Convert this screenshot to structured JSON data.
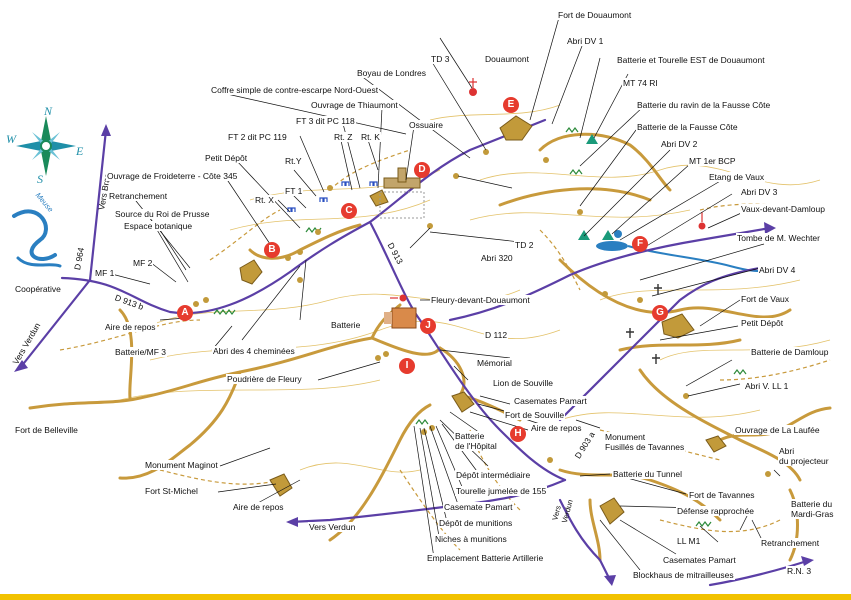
{
  "compass": {
    "n": "N",
    "s": "S",
    "e": "E",
    "w": "W"
  },
  "river": "Meuse",
  "colors": {
    "road": "#c89a3c",
    "route": "#5b3fa6",
    "water": "#2a7fc1",
    "marker": "#e63b2e",
    "contour": "#e3c26a",
    "forest_path": "#c89a3c"
  },
  "markers": [
    "A",
    "B",
    "C",
    "D",
    "E",
    "F",
    "G",
    "H",
    "I",
    "J"
  ],
  "labels": {
    "fort_douaumont": "Fort de Douaumont",
    "douaumont": "Douaumont",
    "td3": "TD 3",
    "abri_dv1": "Abri DV 1",
    "batterie_tourelle": "Batterie et Tourelle EST de Douaumont",
    "mt74": "MT 74 RI",
    "batterie_ravin": "Batterie du ravin de la Fausse Côte",
    "batterie_fausse": "Batterie de la Fausse Côte",
    "abri_dv2": "Abri DV 2",
    "mt1er": "MT 1er BCP",
    "etang_vaux": "Etang de Vaux",
    "abri_dv3": "Abri DV 3",
    "vaux_damloup": "Vaux-devant-Damloup",
    "tombe": "Tombe de M. Wechter",
    "abri_dv4": "Abri DV 4",
    "fort_vaux": "Fort de Vaux",
    "petit_depot_r": "Petit Dépôt",
    "batterie_damloup": "Batterie de Damloup",
    "abri_vll1": "Abri V. LL 1",
    "ouvrage_laufee": "Ouvrage de La Laufée",
    "abri_projecteur": "Abri\ndu projecteur",
    "batterie_mardi": "Batterie du\nMardi-Gras",
    "retranchement_r": "Retranchement",
    "rn3": "R.N. 3",
    "boyau": "Boyau de Londres",
    "coffre": "Coffre simple de contre-escarpe Nord-Ouest",
    "thiaumont": "Ouvrage de Thiaumont",
    "ft3": "FT 3 dit PC 118",
    "ft2": "FT 2 dit PC 119",
    "rtz": "Rt. Z",
    "rtk": "Rt. K",
    "ossuaire": "Ossuaire",
    "petit_depot_l": "Petit Dépôt",
    "rty": "Rt.Y",
    "froideterre": "Ouvrage de Froideterre - Côte 345",
    "ft1": "FT 1",
    "rtx": "Rt. X",
    "retranchement_l": "Retranchement",
    "source": "Source du Roi de Prusse",
    "espace": "Espace botanique",
    "mf2": "MF 2",
    "mf1": "MF 1",
    "cooperative": "Coopérative",
    "d964": "D 964",
    "vers_bras": "Vers Bras",
    "d913b": "D 913 b",
    "d913": "D 913",
    "td2": "TD 2",
    "abri320": "Abri 320",
    "fleury": "Fleury-devant-Douaumont",
    "d112": "D 112",
    "memorial": "Mémorial",
    "lion": "Lion de Souville",
    "casemates_pamart_top": "Casemates Pamart",
    "fort_souville": "Fort de Souville",
    "aire_repos_r": "Aire de repos",
    "monument_fusilles": "Monument\nFusillés de Tavannes",
    "aire_repos_l": "Aire de repos",
    "batterie_mf3": "Batterie/MF 3",
    "abri4": "Abri des 4 cheminées",
    "batterie": "Batterie",
    "poudriere": "Poudrière de Fleury",
    "fort_belleville": "Fort de Belleville",
    "vers_verdun_l": "Vers Verdun",
    "batterie_hopital": "Batterie\nde l'Hôpital",
    "depot_inter": "Dépôt intermédiaire",
    "tourelle": "Tourelle jumelée de 155",
    "casemate_pamart": "Casemate Pamart",
    "depot_munitions": "Dépôt de munitions",
    "niches": "Niches à munitions",
    "emplacement": "Emplacement Batterie Artillerie",
    "monument_maginot": "Monument Maginot",
    "fort_stmichel": "Fort St-Michel",
    "aire_repos_b": "Aire de repos",
    "vers_verdun_b": "Vers Verdun",
    "d903": "D 903 a",
    "vers_verdun_c": "Vers\nVerdun",
    "batterie_tunnel": "Batterie du Tunnel",
    "fort_tavannes": "Fort de Tavannes",
    "defense": "Défense rapprochée",
    "llm1": "LL M1",
    "casemates_pamart_b": "Casemates Pamart",
    "blockhaus": "Blockhaus de mitrailleuses"
  }
}
